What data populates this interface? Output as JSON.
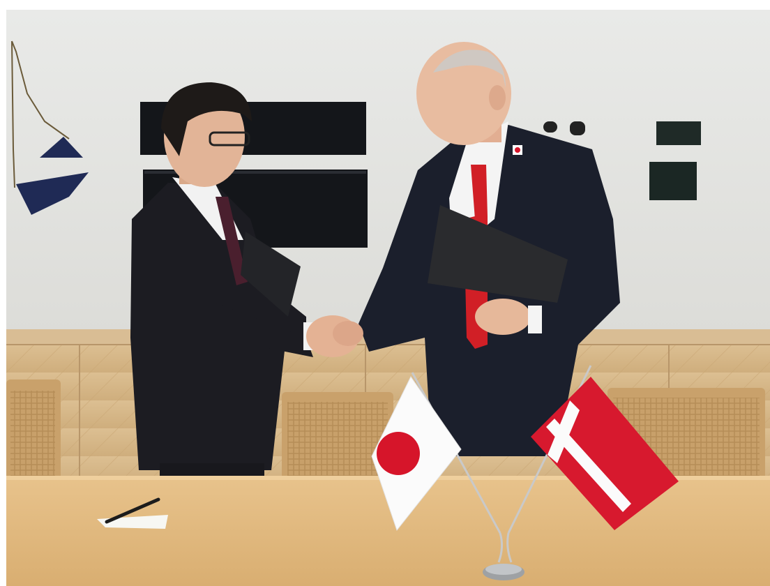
{
  "scene": {
    "subject": "handshake",
    "palette": {
      "wall": "#e7e8e6",
      "panel_wood": "#d8b98c",
      "table_wood": "#e2bd86",
      "suit_dark": "#1c1c22",
      "suit_navy": "#1b1f2c",
      "tie_red": "#d11f26",
      "tie_maroon": "#4a1f2e",
      "skin": "#e6b89a",
      "hair_dark": "#1e1a18",
      "folder_black": "#2a2b2e",
      "flag_japan_red": "#d6152a",
      "flag_denmark_red": "#d7192e",
      "flag_white": "#fbfbfb"
    },
    "icons": [
      "japan-flag",
      "denmark-flag",
      "flag-stand",
      "pen",
      "monitor",
      "wall-art"
    ]
  }
}
